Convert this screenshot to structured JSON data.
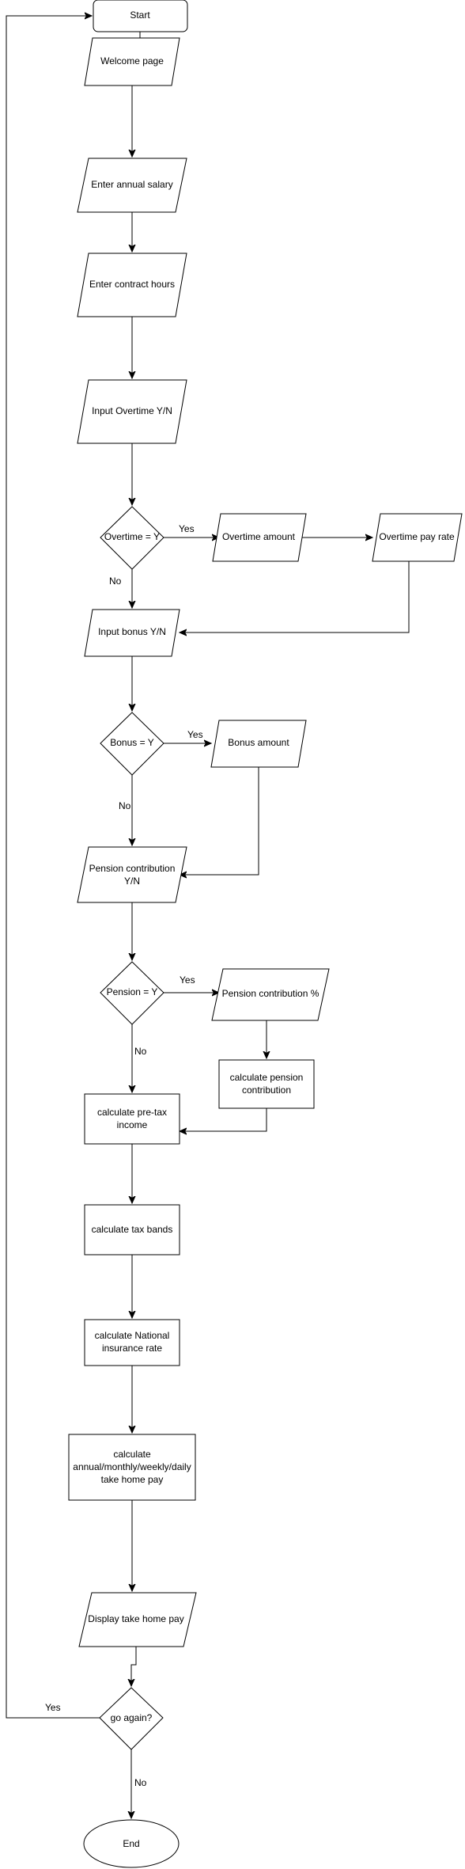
{
  "diagram": {
    "colors": {
      "stroke": "#000000",
      "fill": "#ffffff",
      "text": "#000000"
    },
    "nodes": {
      "start": "Start",
      "welcome": "Welcome page",
      "salary": "Enter annual salary",
      "hours": "Enter contract hours",
      "overtime_input": "Input Overtime Y/N",
      "overtime_decision": "Overtime = Y",
      "overtime_amount": "Overtime amount",
      "overtime_rate": "Overtime pay rate",
      "bonus_input": "Input bonus Y/N",
      "bonus_decision": "Bonus = Y",
      "bonus_amount": "Bonus amount",
      "pension_input": [
        "Pension contribution",
        "Y/N"
      ],
      "pension_decision": "Pension = Y",
      "pension_percent": "Pension contribution %",
      "calc_pension": [
        "calculate pension",
        "contribution"
      ],
      "calc_pretax": [
        "calculate pre-tax",
        "income"
      ],
      "calc_tax": "calculate tax bands",
      "calc_ni": [
        "calculate National",
        "insurance rate"
      ],
      "calc_takehome": [
        "calculate",
        "annual/monthly/weekly/daily",
        "take home pay"
      ],
      "display": "Display take home pay",
      "again": "go again?",
      "end": "End"
    },
    "edges": {
      "overtime_yes": "Yes",
      "overtime_no": "No",
      "bonus_yes": "Yes",
      "bonus_no": "No",
      "pension_yes": "Yes",
      "pension_no": "No",
      "again_yes": "Yes",
      "again_no": "No"
    }
  }
}
